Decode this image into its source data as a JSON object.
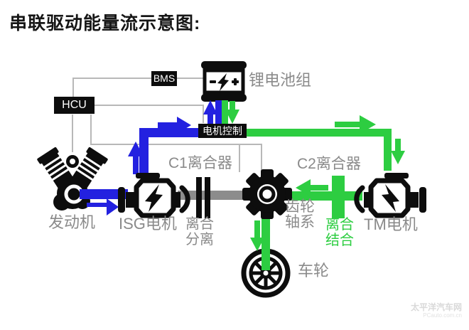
{
  "title": "串联驱动能量流示意图:",
  "colors": {
    "blue": "#2321e0",
    "green": "#2dcd41",
    "shaft_gray": "#8c8c8c",
    "line_gray": "#b8b8b8",
    "label_gray": "#8a8a8a",
    "ink": "#0d0d0d"
  },
  "controllers": {
    "bms": "BMS",
    "hcu": "HCU",
    "motor_control": "电机控制"
  },
  "components": {
    "battery": "锂电池组",
    "engine": "发动机",
    "isg_motor": "ISG电机",
    "c1_clutch": "C1离合器",
    "c1_state": "离合\n分离",
    "gear": "齿轮\n轴系",
    "c2_clutch": "C2离合器",
    "c2_state": "离合\n结合",
    "tm_motor": "TM电机",
    "wheel": "车轮"
  },
  "icons": {
    "engine": "v-twin-engine-icon",
    "battery": "battery-icon",
    "isg": "electric-motor-icon",
    "tm": "electric-motor-icon",
    "gear": "gear-icon",
    "wheel": "wheel-icon"
  },
  "watermark": {
    "site": "太平洋汽车网",
    "url": "PCauto.com.cn"
  }
}
